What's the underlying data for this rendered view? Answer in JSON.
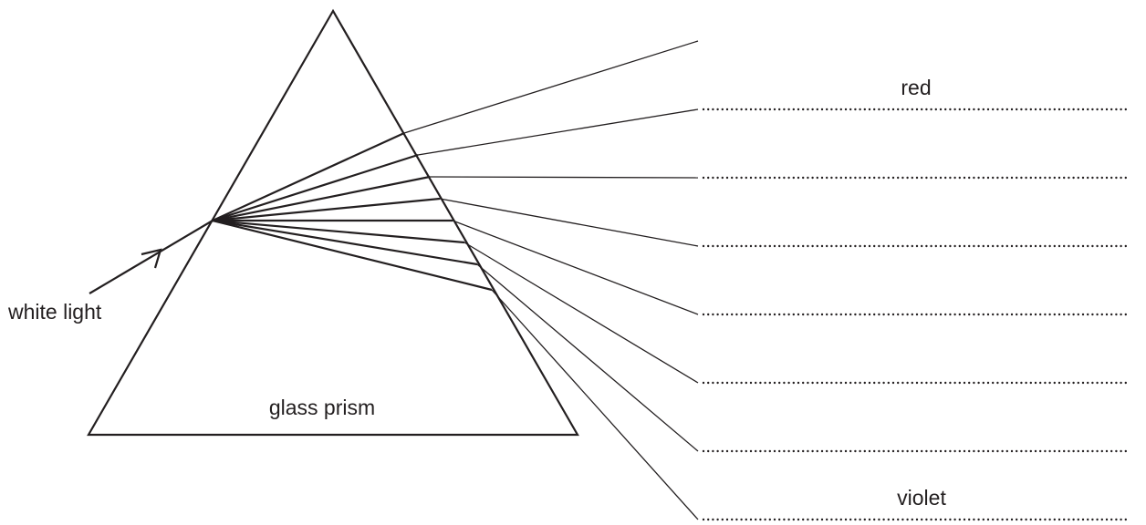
{
  "labels": {
    "incoming_light": "white light",
    "prism": "glass prism",
    "first_colour": "red",
    "last_colour": "violet"
  },
  "answer_line_count": 7,
  "colours": {
    "ink": "#231f20",
    "background": "#ffffff"
  }
}
